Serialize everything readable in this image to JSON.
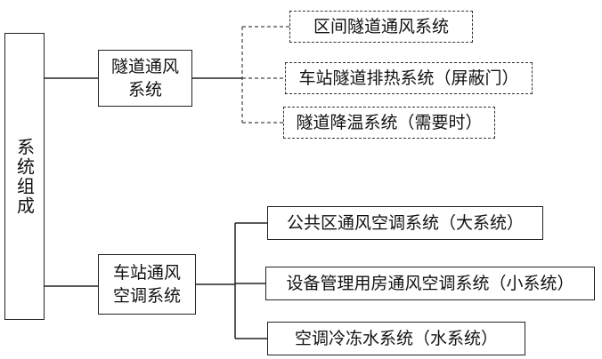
{
  "root": {
    "label": "系统组成"
  },
  "branches": [
    {
      "label": "隧道通风系统",
      "children": [
        {
          "label": "区间隧道通风系统"
        },
        {
          "label": "车站隧道排热系统（屏蔽门）"
        },
        {
          "label": "隧道降温系统（需要时）"
        }
      ]
    },
    {
      "label": "车站通风空调系统",
      "children": [
        {
          "label": "公共区通风空调系统（大系统）"
        },
        {
          "label": "设备管理用房通风空调系统（小系统）"
        },
        {
          "label": "空调冷冻水系统（水系统）"
        }
      ]
    }
  ]
}
